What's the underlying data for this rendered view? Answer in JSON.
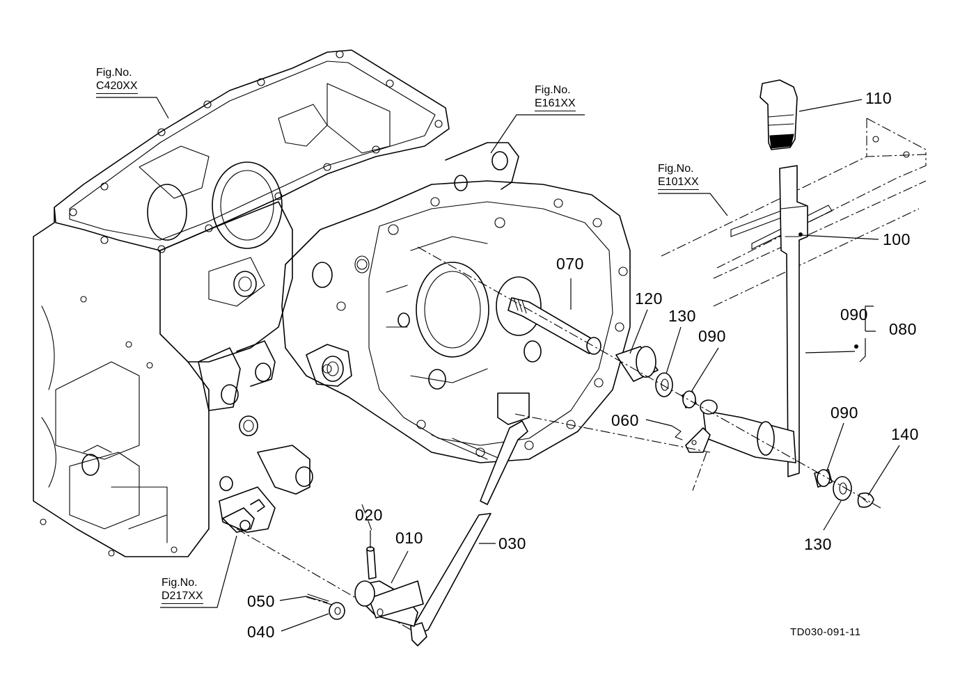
{
  "figure_refs": [
    {
      "prefix": "Fig.No.",
      "number": "C420XX"
    },
    {
      "prefix": "Fig.No.",
      "number": "E161XX"
    },
    {
      "prefix": "Fig.No.",
      "number": "E101XX"
    },
    {
      "prefix": "Fig.No.",
      "number": "D217XX"
    }
  ],
  "part_labels": [
    "110",
    "100",
    "070",
    "120",
    "130",
    "090",
    "090",
    "080",
    "060",
    "090",
    "140",
    "130",
    "020",
    "010",
    "030",
    "050",
    "040"
  ],
  "drawing_code": "TD030-091-11"
}
